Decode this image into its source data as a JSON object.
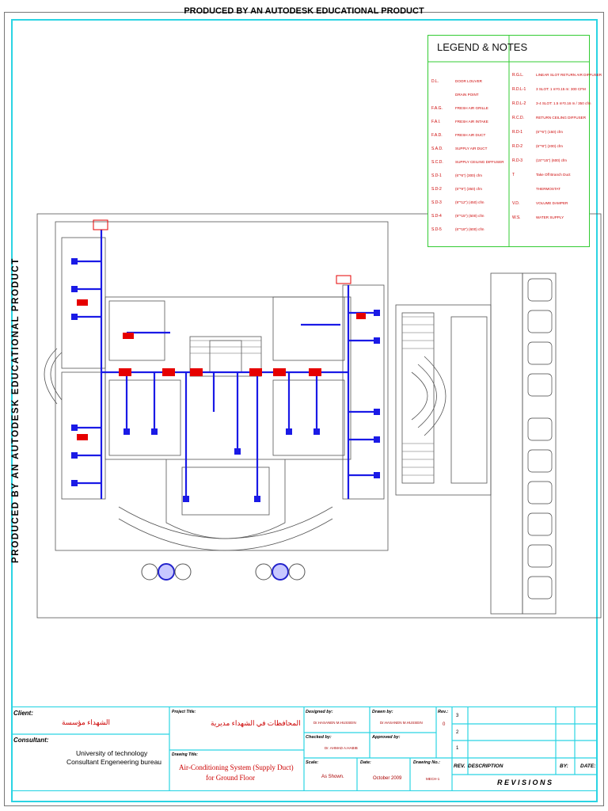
{
  "watermark": {
    "top": "PRODUCED BY AN AUTODESK EDUCATIONAL PRODUCT",
    "left": "PRODUCED BY AN AUTODESK EDUCATIONAL PRODUCT"
  },
  "legend": {
    "title": "LEGEND & NOTES",
    "left_items": [
      {
        "key": "D.L.",
        "desc": "DOOR LOUVER"
      },
      {
        "key": "",
        "desc": "DRAIN POINT"
      },
      {
        "key": "F.A.G.",
        "desc": "FRESH AIR GRILLE"
      },
      {
        "key": "F.A.I.",
        "desc": "FRESH AIR INTAKE"
      },
      {
        "key": "F.A.D.",
        "desc": "FRESH AIR DUCT"
      },
      {
        "key": "S.A.D.",
        "desc": "SUPPLY AIR DUCT"
      },
      {
        "key": "S.C.D.",
        "desc": "SUPPLY CEILING DIFFUSER"
      },
      {
        "key": "S.D-1",
        "desc": "(6\"*6\") (300) cfm"
      },
      {
        "key": "S.D-2",
        "desc": "(6\"*9\") (350) cfm"
      },
      {
        "key": "S.D-3",
        "desc": "(9\"*12\") (450) cfm"
      },
      {
        "key": "S.D-4",
        "desc": "(9\"*15\") (500) cfm"
      },
      {
        "key": "S.D-5",
        "desc": "(6\"*18\") (600) cfm"
      }
    ],
    "right_items": [
      {
        "key": "R.G.L.",
        "desc": "LINEAR SLOT RETURN AIR DIFFUSER"
      },
      {
        "key": "R.D.L-1",
        "desc": "3 SLOT: 1 m*0.15 m: 300 CFM"
      },
      {
        "key": "R.D.L-2",
        "desc": "3-4 SLOT: 1.5 m*0.16 m / 350 cfm"
      },
      {
        "key": "R.C.D.",
        "desc": "RETURN CEILING DIFFUSER"
      },
      {
        "key": "R.D-1",
        "desc": "(6\"*6\") (150) cfm"
      },
      {
        "key": "R.D-2",
        "desc": "(6\"*8\") (200) cfm"
      },
      {
        "key": "R.D-3",
        "desc": "(15\"*15\") (600) cfm"
      },
      {
        "key": "T",
        "desc": "Take Off Branch Duct"
      },
      {
        "key": "",
        "desc": "THERMOSTAT"
      },
      {
        "key": "V.D.",
        "desc": "VOLUME DAMPER"
      },
      {
        "key": "W.S.",
        "desc": "WATER SUPPLY"
      }
    ]
  },
  "title_block": {
    "client_label": "Client:",
    "client_value": "الشهداء مؤسسة",
    "consultant_label": "Consultant:",
    "consultant_line1": "University of technology",
    "consultant_line2": "Consultant Engeneering bureau",
    "project_label": "Project Title:",
    "project_value": "المحافظات في الشهداء مديرية",
    "drawing_label": "Drawing Title:",
    "drawing_line1": "Air-Conditioning System (Supply Duct)",
    "drawing_line2": "for Ground Floor",
    "designed_label": "Designed by:",
    "designed_value": "Dr.HASANEN M.HUSSEIN",
    "drawn_label": "Drawn by:",
    "drawn_value": "Dr.HASANEN M.HUSSEIN",
    "checked_label": "Checked by:",
    "checked_value": "Dr. AHMAD A.HABIB",
    "approved_label": "Approved by:",
    "rev_label": "Rev.:",
    "rev_value": "0",
    "scale_label": "Scale:",
    "scale_value": "As Shown.",
    "date_label": "Date:",
    "date_value": "October 2009",
    "drawing_no_label": "Drawing No.:",
    "drawing_no_value": "MECH-1",
    "rev_rows": [
      "3",
      "2",
      "1"
    ],
    "rev_col": "REV.",
    "desc_col": "DESCRIPTION",
    "by_col": "BY:",
    "date_col": "DATE:",
    "revisions_title": "R E V I S I O N S"
  },
  "colors": {
    "frame": "#2bd4e3",
    "legend_border": "#33cc33",
    "duct": "#1a1ae6",
    "equipment": "#e60000"
  }
}
